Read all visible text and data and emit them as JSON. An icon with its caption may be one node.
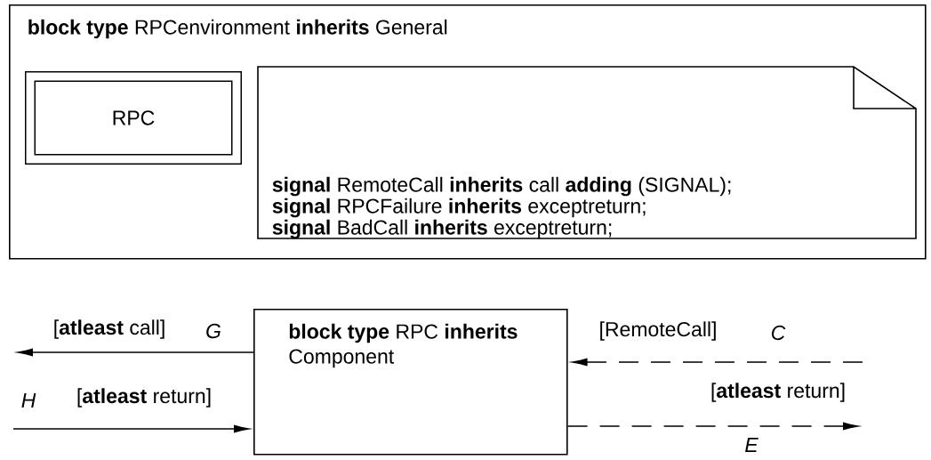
{
  "diagram": {
    "nodes": [
      {
        "text": [
          "**block type** RPCenvironment **inherits** General"
        ]
      },
      {
        "text": [
          "RPC"
        ],
        "in": 0
      },
      {
        "text": [
          "**signal** RemoteCall **inherits** call **adding** (SIGNAL);",
          "**signal** RPCFailure **inherits** exceptreturn;",
          "**signal** BadCall **inherits** exceptreturn;"
        ],
        "in": 0
      },
      {
        "text": [
          "**block type** RPC **inherits** Component"
        ]
      }
    ],
    "edges": [
      {
        "from": 3,
        "to": null,
        "arrow": "to",
        "label": "[**atleast** call]"
      },
      {
        "from": null,
        "to": 3,
        "arrow": "to",
        "label": "[**atleast** return]"
      },
      {
        "from": null,
        "to": 3,
        "arrow": "to",
        "style": "dashed",
        "label": "[RemoteCall]"
      },
      {
        "from": 3,
        "to": null,
        "arrow": "to",
        "style": "dashed",
        "label": "[**atleast** return]"
      }
    ],
    "labels": [
      "G",
      "C",
      "H",
      "E"
    ]
  }
}
